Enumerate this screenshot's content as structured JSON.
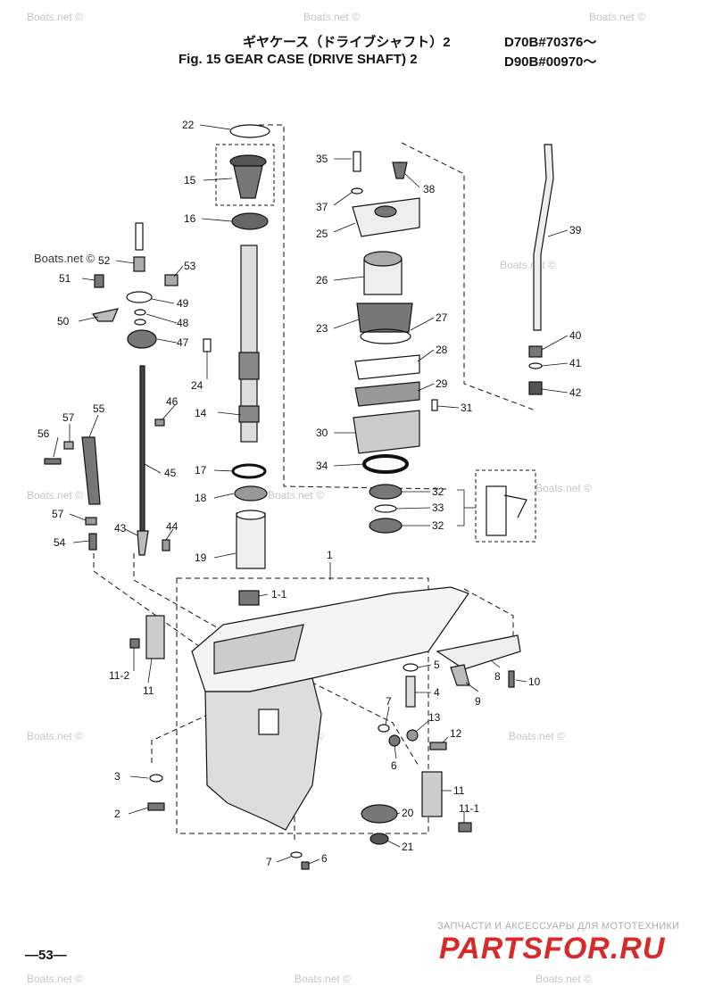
{
  "header": {
    "title_jp": "ギヤケース（ドライブシャフト）2",
    "title_en": "Fig. 15   GEAR CASE (DRIVE SHAFT)  2",
    "model_1": "D70B#70376～",
    "model_2": "D90B#00970～"
  },
  "page_number": "—53—",
  "watermark": "Boats.net ©",
  "brand": {
    "tagline": "ЗАПЧАСТИ И АКСЕССУАРЫ ДЛЯ МОТОТЕХНИКИ",
    "logo": "PARTSFOR.RU",
    "accent": "#d72a2a"
  },
  "callouts": [
    {
      "id": "c22",
      "text": "22"
    },
    {
      "id": "c15",
      "text": "15"
    },
    {
      "id": "c16",
      "text": "16"
    },
    {
      "id": "c52",
      "text": "52"
    },
    {
      "id": "c53",
      "text": "53"
    },
    {
      "id": "c51",
      "text": "51"
    },
    {
      "id": "c49",
      "text": "49"
    },
    {
      "id": "c48",
      "text": "48"
    },
    {
      "id": "c50",
      "text": "50"
    },
    {
      "id": "c47",
      "text": "47"
    },
    {
      "id": "c24",
      "text": "24"
    },
    {
      "id": "c46",
      "text": "46"
    },
    {
      "id": "c14",
      "text": "14"
    },
    {
      "id": "c55",
      "text": "55"
    },
    {
      "id": "c57a",
      "text": "57"
    },
    {
      "id": "c56",
      "text": "56"
    },
    {
      "id": "c45",
      "text": "45"
    },
    {
      "id": "c17",
      "text": "17"
    },
    {
      "id": "c18",
      "text": "18"
    },
    {
      "id": "c57b",
      "text": "57"
    },
    {
      "id": "c54",
      "text": "54"
    },
    {
      "id": "c43",
      "text": "43"
    },
    {
      "id": "c44",
      "text": "44"
    },
    {
      "id": "c19",
      "text": "19"
    },
    {
      "id": "c1",
      "text": "1"
    },
    {
      "id": "c1_1",
      "text": "1-1"
    },
    {
      "id": "c35",
      "text": "35"
    },
    {
      "id": "c38",
      "text": "38"
    },
    {
      "id": "c37",
      "text": "37"
    },
    {
      "id": "c25",
      "text": "25"
    },
    {
      "id": "c26",
      "text": "26"
    },
    {
      "id": "c23",
      "text": "23"
    },
    {
      "id": "c27",
      "text": "27"
    },
    {
      "id": "c28",
      "text": "28"
    },
    {
      "id": "c29",
      "text": "29"
    },
    {
      "id": "c31",
      "text": "31"
    },
    {
      "id": "c30",
      "text": "30"
    },
    {
      "id": "c34",
      "text": "34"
    },
    {
      "id": "c32a",
      "text": "32"
    },
    {
      "id": "c33",
      "text": "33"
    },
    {
      "id": "c32b",
      "text": "32"
    },
    {
      "id": "c39",
      "text": "39"
    },
    {
      "id": "c40",
      "text": "40"
    },
    {
      "id": "c41",
      "text": "41"
    },
    {
      "id": "c42",
      "text": "42"
    },
    {
      "id": "c11_2",
      "text": "11-2"
    },
    {
      "id": "c11a",
      "text": "11"
    },
    {
      "id": "c5",
      "text": "5"
    },
    {
      "id": "c4",
      "text": "4"
    },
    {
      "id": "c9",
      "text": "9"
    },
    {
      "id": "c8",
      "text": "8"
    },
    {
      "id": "c10",
      "text": "10"
    },
    {
      "id": "c7a",
      "text": "7"
    },
    {
      "id": "c13",
      "text": "13"
    },
    {
      "id": "c12",
      "text": "12"
    },
    {
      "id": "c6a",
      "text": "6"
    },
    {
      "id": "c3",
      "text": "3"
    },
    {
      "id": "c2",
      "text": "2"
    },
    {
      "id": "c11b",
      "text": "11"
    },
    {
      "id": "c20",
      "text": "20"
    },
    {
      "id": "c11_1",
      "text": "11-1"
    },
    {
      "id": "c21",
      "text": "21"
    },
    {
      "id": "c7b",
      "text": "7"
    },
    {
      "id": "c6b",
      "text": "6"
    }
  ]
}
